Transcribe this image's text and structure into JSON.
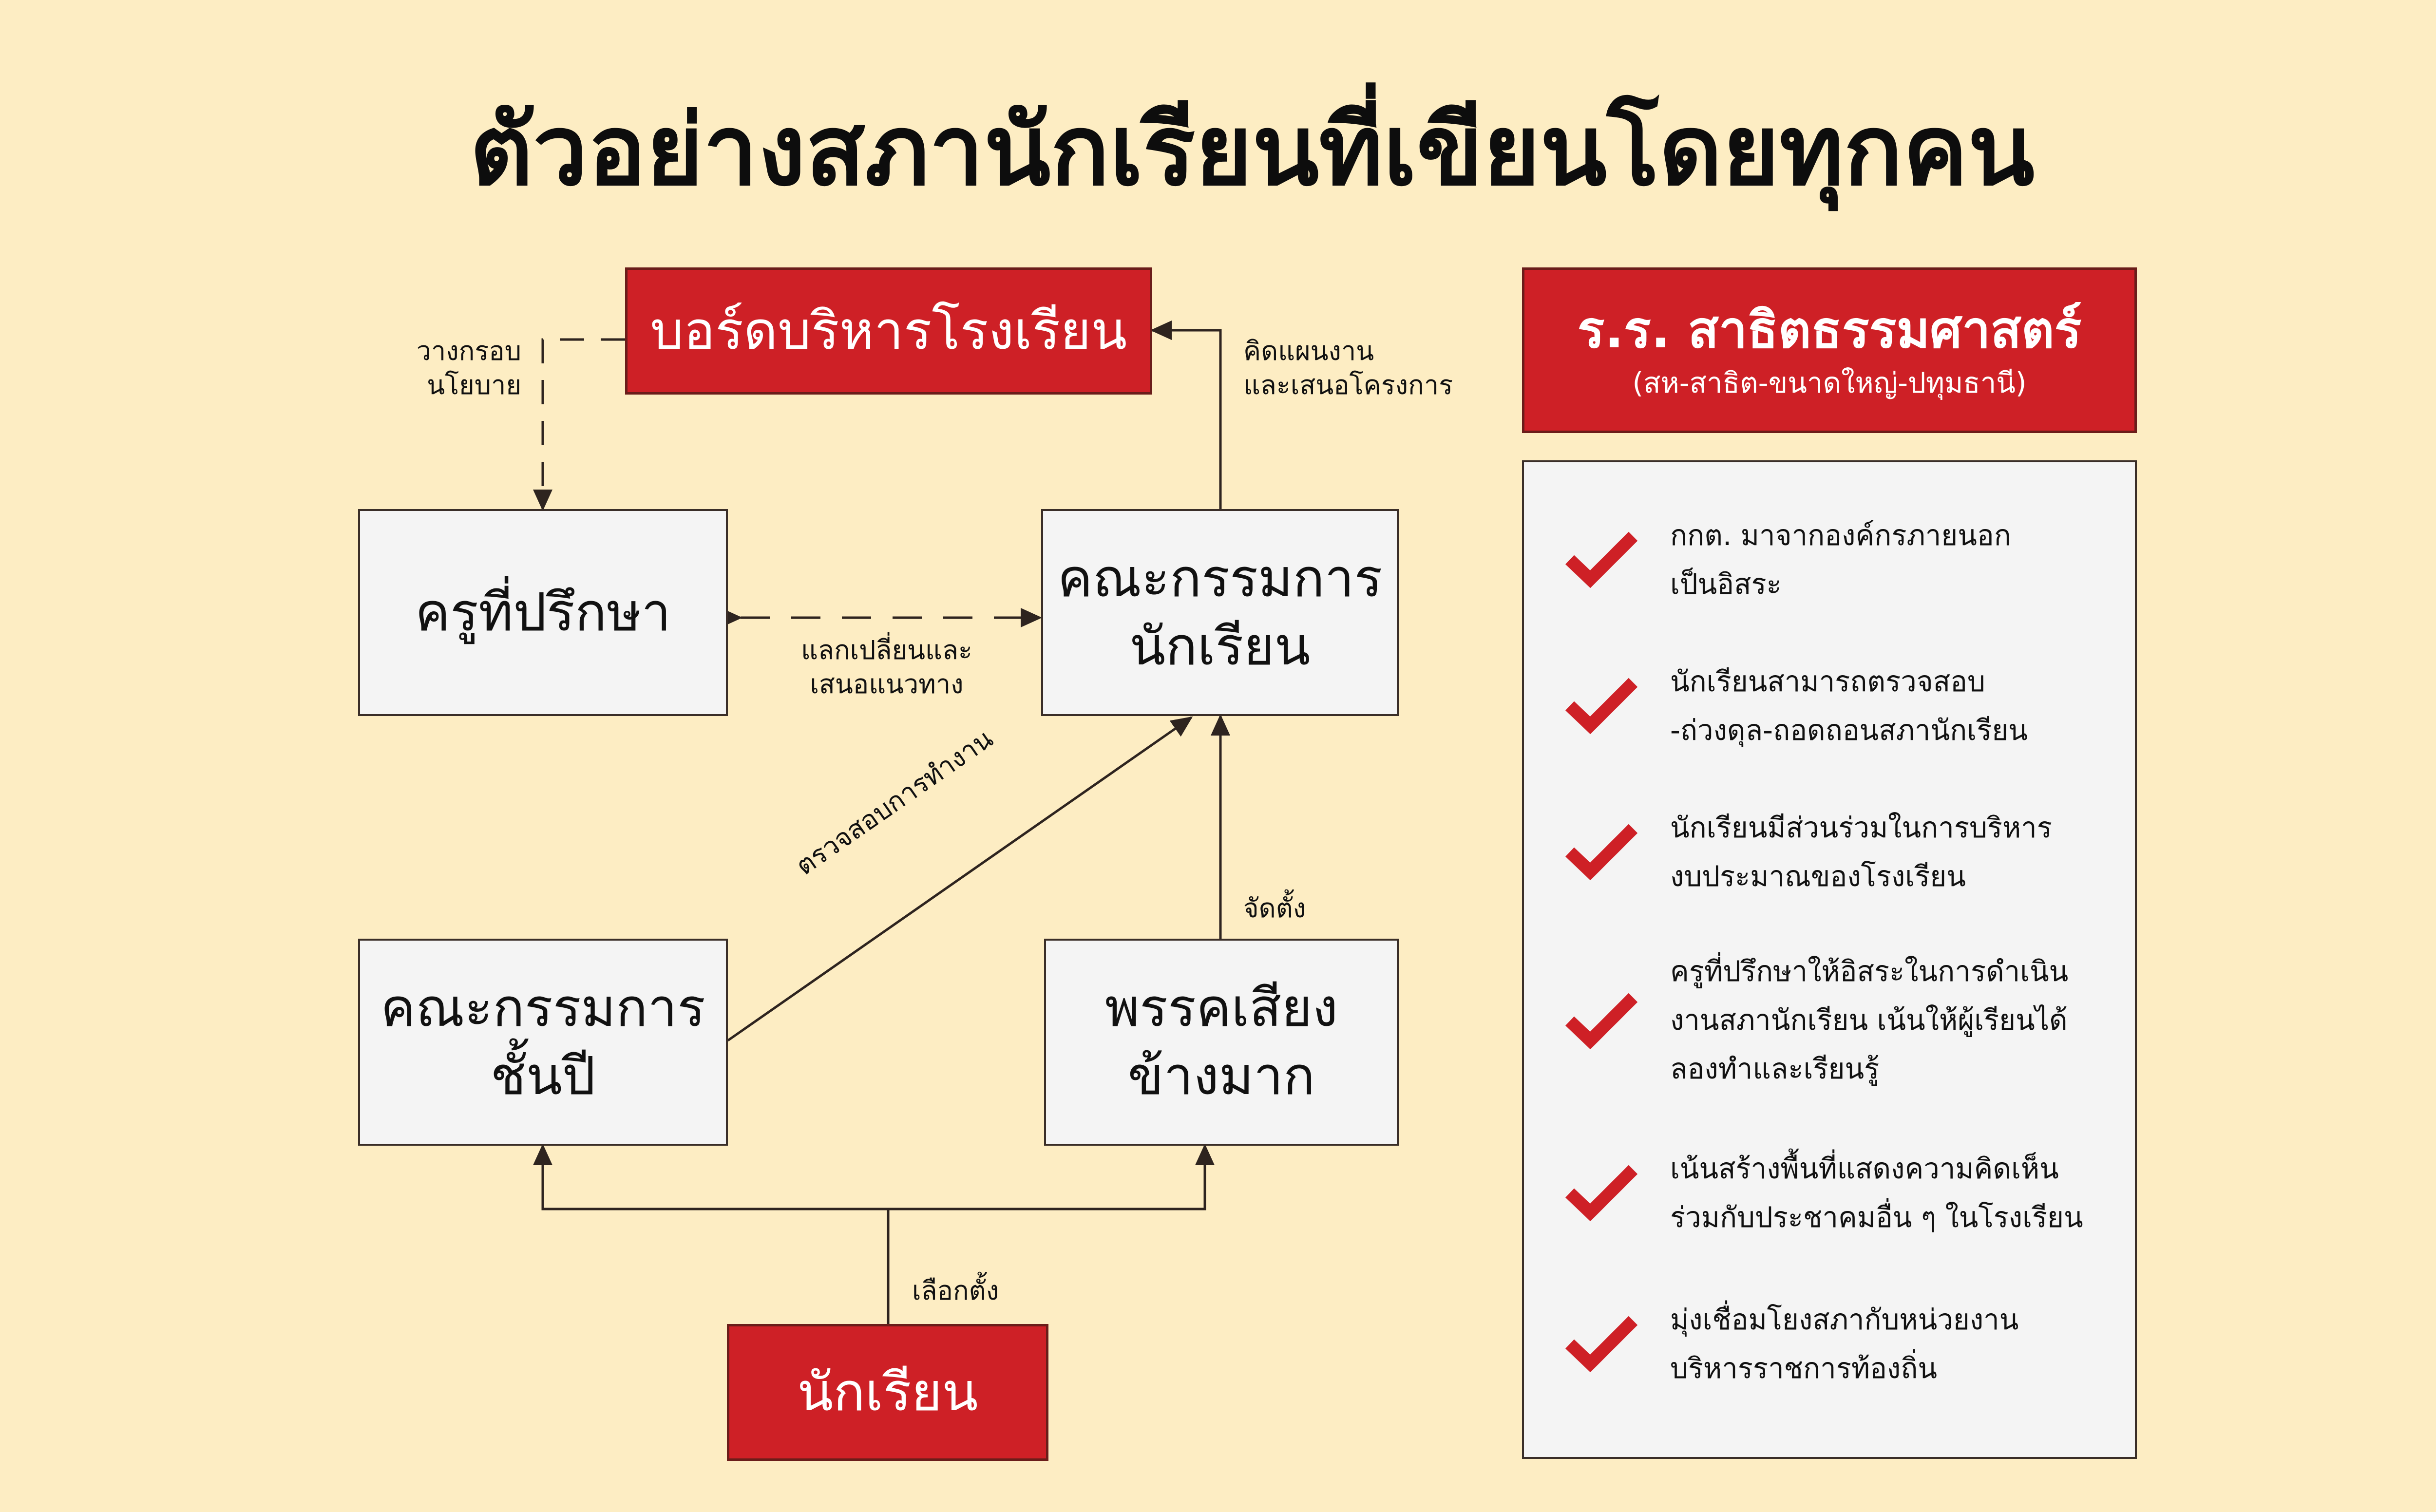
{
  "title": "ตัวอย่างสภานักเรียนที่เขียนโดยทุกคน",
  "colors": {
    "background": "#fdedc3",
    "accent_red": "#ce2026",
    "box_fill": "#f4f4f4",
    "line": "#3a2e28"
  },
  "diagram": {
    "nodes": {
      "board": "บอร์ดบริหารโรงเรียน",
      "advisor_line1": "ครูที่ปรึกษา",
      "council_line1": "คณะกรรมการ",
      "council_line2": "นักเรียน",
      "grade_line1": "คณะกรรมการ",
      "grade_line2": "ชั้นปี",
      "party_line1": "พรรคเสียง",
      "party_line2": "ข้างมาก",
      "students": "นักเรียน"
    },
    "edges": {
      "policy_line1": "วางกรอบ",
      "policy_line2": "นโยบาย",
      "plan_line1": "คิดแผนงาน",
      "plan_line2": "และเสนอโครงการ",
      "exchange_line1": "แลกเปลี่ยนและ",
      "exchange_line2": "เสนอแนวทาง",
      "inspect": "ตรวจสอบการทำงาน",
      "establish": "จัดตั้ง",
      "elect": "เลือกตั้ง"
    }
  },
  "school": {
    "name": "ร.ร. สาธิตธรรมศาสตร์",
    "subtitle": "(สห-สาธิต-ขนาดใหญ่-ปทุมธานี)"
  },
  "features": [
    {
      "icon": "check-icon",
      "lines": [
        "กกต. มาจากองค์กรภายนอก",
        "เป็นอิสระ"
      ]
    },
    {
      "icon": "check-icon",
      "lines": [
        "นักเรียนสามารถตรวจสอบ",
        "-ถ่วงดุล-ถอดถอนสภานักเรียน"
      ]
    },
    {
      "icon": "check-icon",
      "lines": [
        "นักเรียนมีส่วนร่วมในการบริหาร",
        "งบประมาณของโรงเรียน"
      ]
    },
    {
      "icon": "check-icon",
      "lines": [
        "ครูที่ปรึกษาให้อิสระในการดำเนิน",
        "งานสภานักเรียน เน้นให้ผู้เรียนได้",
        "ลองทำและเรียนรู้"
      ]
    },
    {
      "icon": "check-icon",
      "lines": [
        "เน้นสร้างพื้นที่แสดงความคิดเห็น",
        "ร่วมกับประชาคมอื่น ๆ ในโรงเรียน"
      ]
    },
    {
      "icon": "check-icon",
      "lines": [
        "มุ่งเชื่อมโยงสภากับหน่วยงาน",
        "บริหารราชการท้องถิ่น"
      ]
    }
  ]
}
